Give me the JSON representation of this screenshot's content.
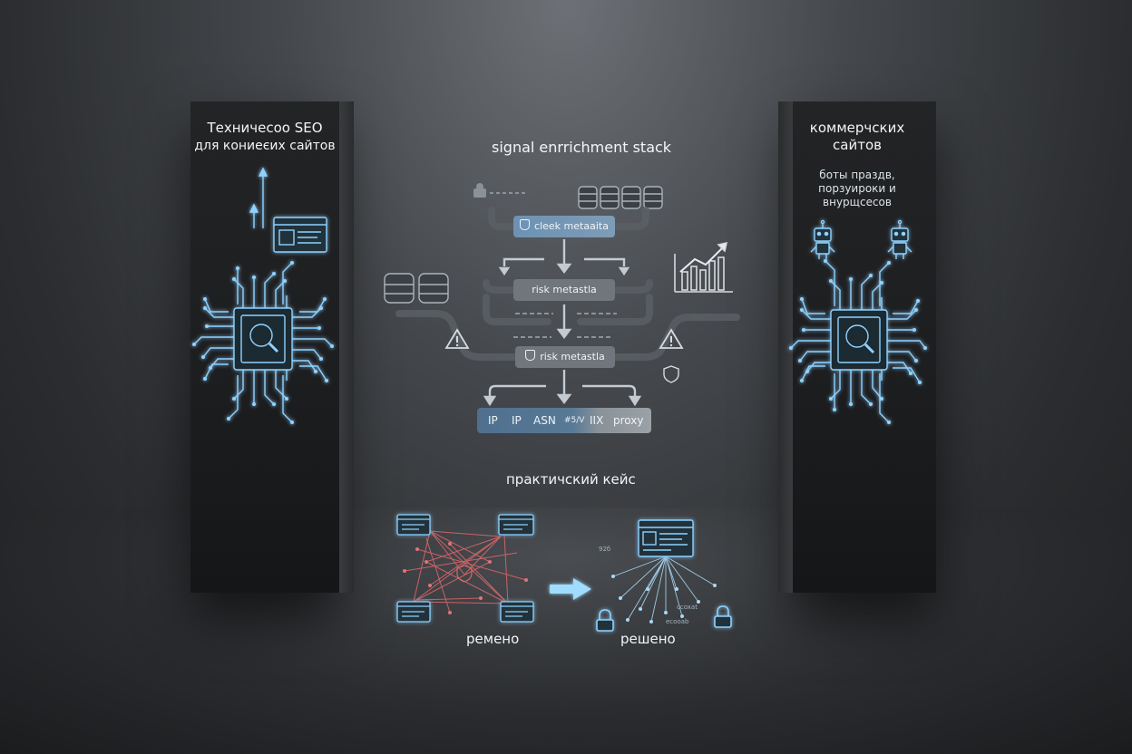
{
  "left_panel": {
    "title_line1": "Техничесоо SEO",
    "title_line2": "для кониеєих сайтов"
  },
  "right_panel": {
    "title_line1": "коммерчских",
    "title_line2": "сайтов",
    "sub_line1": "боты праздв,",
    "sub_line2": "порзуироки и",
    "sub_line3": "внурщсесов"
  },
  "stack": {
    "heading": "signal enrrichment stack",
    "chip1": "cleek metaaita",
    "chip2": "risk metastla",
    "chip3": "risk metastla",
    "ip_bar": {
      "item1": "IP",
      "item2": "IP",
      "item3": "ASN",
      "item4": "#5/V",
      "item5": "IIX",
      "item6": "proxy"
    }
  },
  "case": {
    "heading": "практичский кейс",
    "before_caption": "ремено",
    "after_caption": "решено",
    "label1": "92б",
    "label2": "ccoxat",
    "label3": "ecooab"
  },
  "colors": {
    "glow": "#8fd2ff",
    "chip_blue": "#6a8fb0",
    "chip_gray": "#70767c",
    "red_lines": "#d9666a",
    "arrow": "#9fdcff"
  }
}
